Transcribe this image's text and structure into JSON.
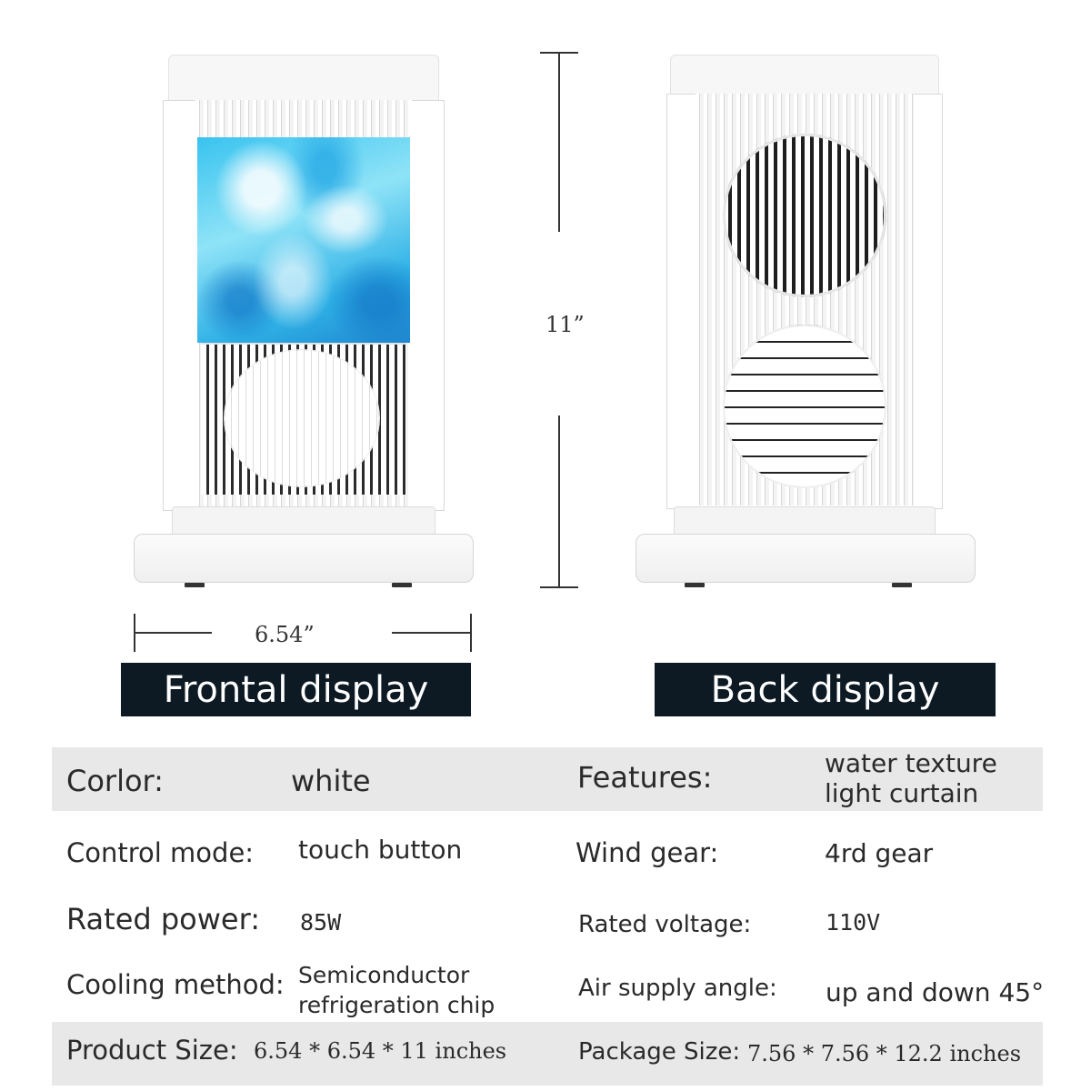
{
  "dimensions": {
    "height": "11”",
    "width": "6.54”"
  },
  "captions": {
    "front": "Frontal display",
    "back": "Back display"
  },
  "specs": {
    "color": {
      "label": "Corlor:",
      "value": "white"
    },
    "features": {
      "label": "Features:",
      "value_line1": "water texture",
      "value_line2": "light curtain"
    },
    "control_mode": {
      "label": "Control mode:",
      "value": "touch button"
    },
    "wind_gear": {
      "label": "Wind gear:",
      "value": "4rd gear"
    },
    "rated_power": {
      "label": "Rated power:",
      "value": "85W"
    },
    "rated_voltage": {
      "label": "Rated voltage:",
      "value": "110V"
    },
    "cooling_method": {
      "label": "Cooling method:",
      "value_line1": "Semiconductor",
      "value_line2": "refrigeration chip"
    },
    "air_supply_angle": {
      "label": "Air supply angle:",
      "value": "up and down 45°"
    },
    "product_size": {
      "label": "Product Size:",
      "value": "6.54 * 6.54 * 11 inches"
    },
    "package_size": {
      "label": "Package Size:",
      "value": "7.56 * 7.56 * 12.2 inches"
    }
  },
  "colors": {
    "caption_bg": "#0d1a24",
    "row_bg": "#e8e8e8",
    "water_blue": "#39c3ef"
  }
}
